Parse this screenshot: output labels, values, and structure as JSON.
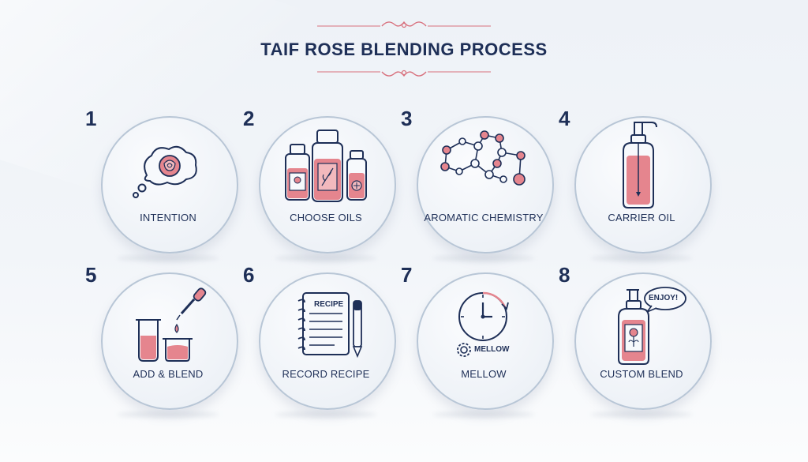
{
  "title": "TAIF ROSE BLENDING PROCESS",
  "colors": {
    "navy": "#1e2f57",
    "rose": "#e5858e",
    "rose_light": "#f2b9bd",
    "ornament": "#d8707d"
  },
  "steps": [
    {
      "number": "1",
      "label": "INTENTION",
      "icon": "thought-bubble-rose-icon"
    },
    {
      "number": "2",
      "label": "CHOOSE OILS",
      "icon": "oil-bottles-icon"
    },
    {
      "number": "3",
      "label": "AROMATIC CHEMISTRY",
      "icon": "molecule-icon"
    },
    {
      "number": "4",
      "label": "CARRIER OIL",
      "icon": "pump-bottle-icon"
    },
    {
      "number": "5",
      "label": "ADD & BLEND",
      "icon": "beakers-dropper-icon"
    },
    {
      "number": "6",
      "label": "RECORD RECIPE",
      "icon": "recipe-notebook-icon",
      "icon_text": "RECIPE"
    },
    {
      "number": "7",
      "label": "MELLOW",
      "icon": "clock-gear-icon",
      "icon_text": "MELLOW"
    },
    {
      "number": "8",
      "label": "CUSTOM BLEND",
      "icon": "custom-bottle-icon",
      "icon_text": "ENJOY!"
    }
  ]
}
